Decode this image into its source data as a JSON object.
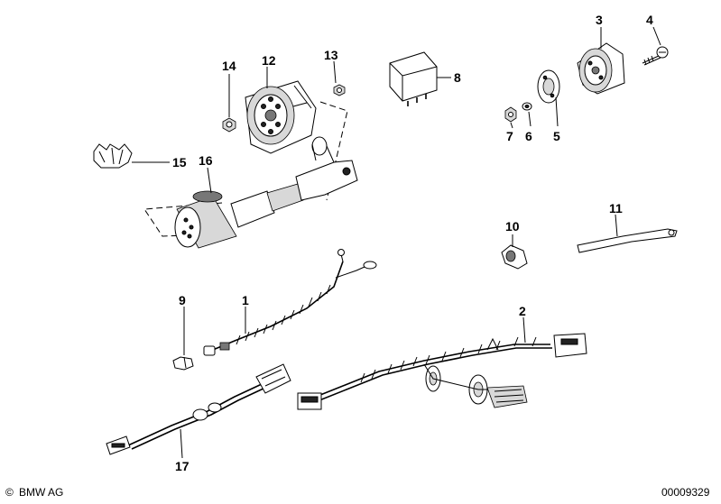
{
  "labels": {
    "p1": "1",
    "p2": "2",
    "p3": "3",
    "p4": "4",
    "p5": "5",
    "p6": "6",
    "p7": "7",
    "p8": "8",
    "p9": "9",
    "p10": "10",
    "p11": "11",
    "p12": "12",
    "p13": "13",
    "p14": "14",
    "p15": "15",
    "p16": "16",
    "p17": "17"
  },
  "footer": {
    "copyright_symbol": "©",
    "brand": "BMW AG",
    "diagram_id": "00009329"
  }
}
